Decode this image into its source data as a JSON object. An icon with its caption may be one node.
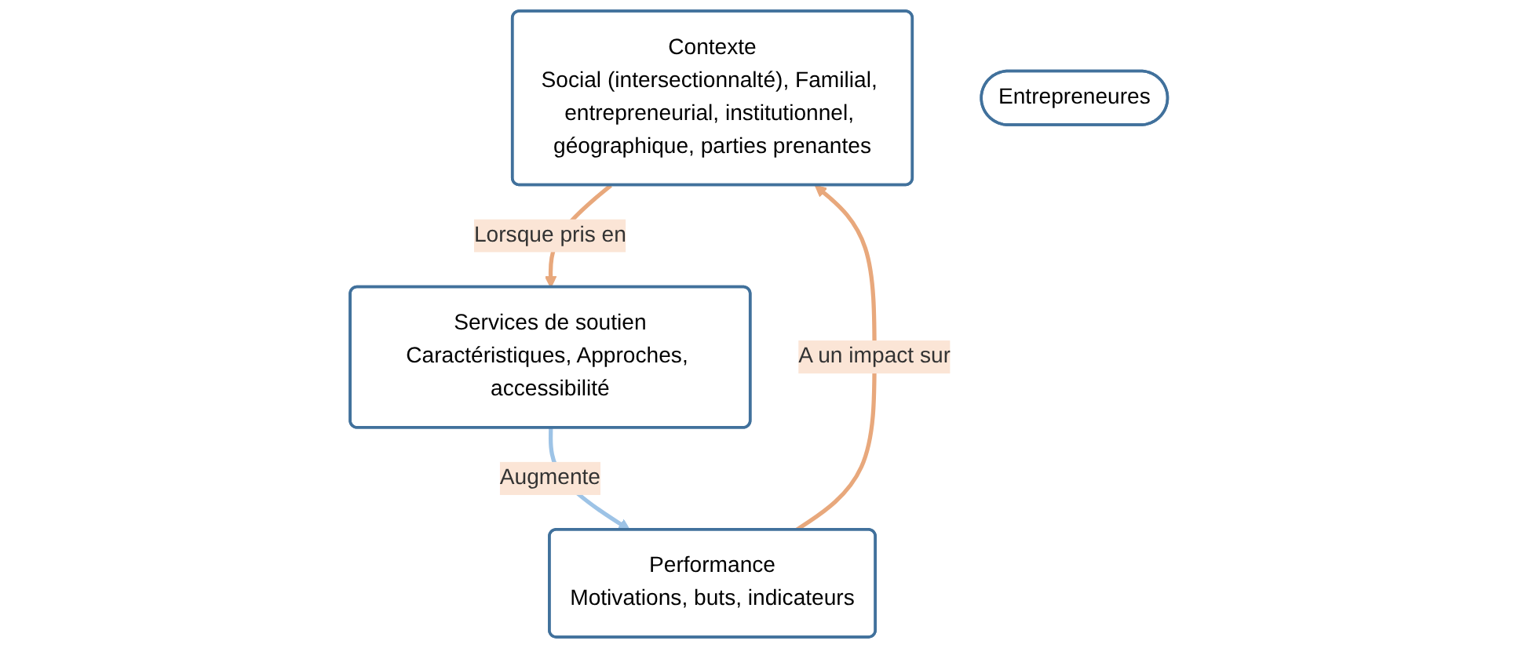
{
  "diagram": {
    "nodes": [
      {
        "text": [
          "Contexte",
          "Social (intersectionnalté), Familial, entrepreneurial, institutionnel, géographique, parties prenantes"
        ]
      },
      {
        "text": [
          "Entrepreneures"
        ]
      },
      {
        "text": [
          "Services de soutien",
          "Caractéristiques, Approches, accessibilité"
        ]
      },
      {
        "text": [
          "Performance",
          "Motivations, buts, indicateurs"
        ]
      }
    ],
    "edges": [
      {
        "from": 0,
        "to": 2,
        "arrow": "to",
        "label": "Lorsque pris en"
      },
      {
        "from": 2,
        "to": 3,
        "arrow": "to",
        "label": "Augmente",
        "color": "#9dc3e6"
      },
      {
        "from": 3,
        "to": 0,
        "arrow": "to",
        "label": "A un impact sur"
      }
    ]
  }
}
